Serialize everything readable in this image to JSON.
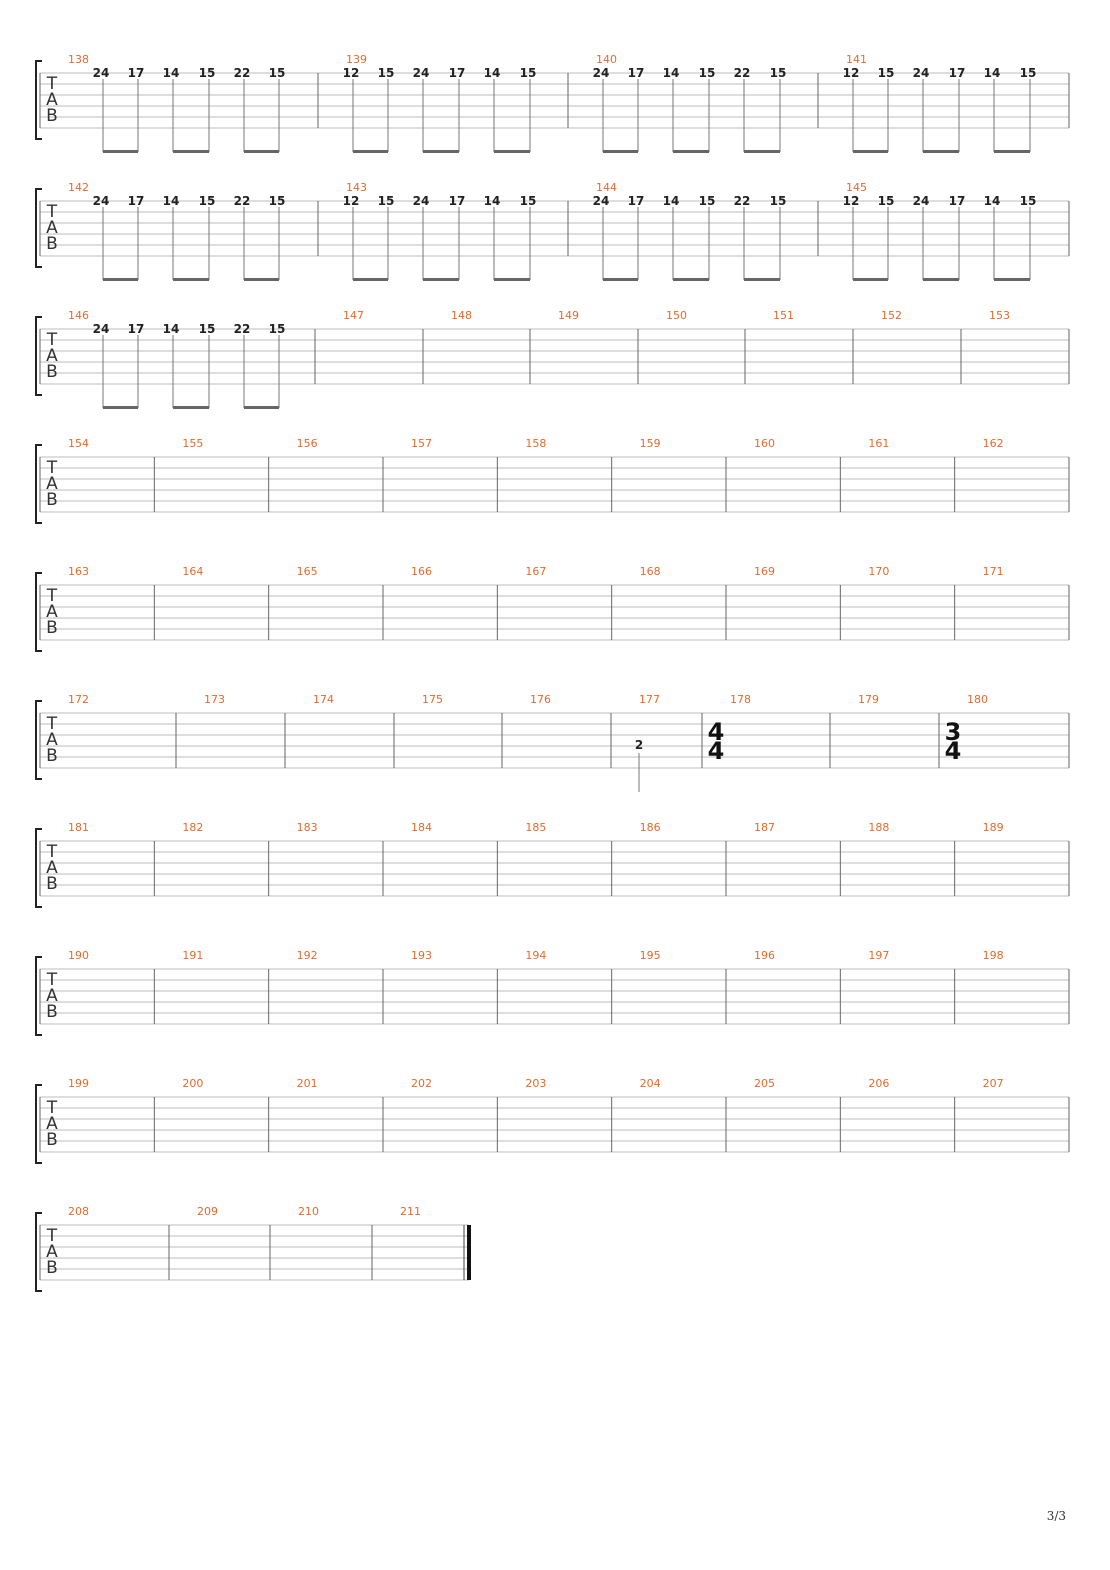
{
  "page": {
    "number": "3/3",
    "bar_number_color": "#e8692a",
    "fret_color": "#222222",
    "line_color": "#bdbdbd",
    "barline_color": "#666666",
    "beam_color": "#666666"
  },
  "tab_clef": [
    "T",
    "A",
    "B"
  ],
  "systems": [
    {
      "measures": [
        {
          "number": "138",
          "notes": [
            "24",
            "17",
            "14",
            "15",
            "22",
            "15"
          ]
        },
        {
          "number": "139",
          "notes": [
            "12",
            "15",
            "24",
            "17",
            "14",
            "15"
          ]
        },
        {
          "number": "140",
          "notes": [
            "24",
            "17",
            "14",
            "15",
            "22",
            "15"
          ]
        },
        {
          "number": "141",
          "notes": [
            "12",
            "15",
            "24",
            "17",
            "14",
            "15"
          ]
        }
      ]
    },
    {
      "measures": [
        {
          "number": "142",
          "notes": [
            "24",
            "17",
            "14",
            "15",
            "22",
            "15"
          ]
        },
        {
          "number": "143",
          "notes": [
            "12",
            "15",
            "24",
            "17",
            "14",
            "15"
          ]
        },
        {
          "number": "144",
          "notes": [
            "24",
            "17",
            "14",
            "15",
            "22",
            "15"
          ]
        },
        {
          "number": "145",
          "notes": [
            "12",
            "15",
            "24",
            "17",
            "14",
            "15"
          ]
        }
      ]
    },
    {
      "measures": [
        {
          "number": "146",
          "notes": [
            "24",
            "17",
            "14",
            "15",
            "22",
            "15"
          ]
        },
        {
          "number": "147",
          "notes": []
        },
        {
          "number": "148",
          "notes": []
        },
        {
          "number": "149",
          "notes": []
        },
        {
          "number": "150",
          "notes": []
        },
        {
          "number": "151",
          "notes": []
        },
        {
          "number": "152",
          "notes": []
        },
        {
          "number": "153",
          "notes": []
        }
      ]
    },
    {
      "measures": [
        {
          "number": "154",
          "notes": []
        },
        {
          "number": "155",
          "notes": []
        },
        {
          "number": "156",
          "notes": []
        },
        {
          "number": "157",
          "notes": []
        },
        {
          "number": "158",
          "notes": []
        },
        {
          "number": "159",
          "notes": []
        },
        {
          "number": "160",
          "notes": []
        },
        {
          "number": "161",
          "notes": []
        },
        {
          "number": "162",
          "notes": []
        }
      ]
    },
    {
      "measures": [
        {
          "number": "163",
          "notes": []
        },
        {
          "number": "164",
          "notes": []
        },
        {
          "number": "165",
          "notes": []
        },
        {
          "number": "166",
          "notes": []
        },
        {
          "number": "167",
          "notes": []
        },
        {
          "number": "168",
          "notes": []
        },
        {
          "number": "169",
          "notes": []
        },
        {
          "number": "170",
          "notes": []
        },
        {
          "number": "171",
          "notes": []
        }
      ]
    },
    {
      "measures": [
        {
          "number": "172",
          "notes": []
        },
        {
          "number": "173",
          "notes": []
        },
        {
          "number": "174",
          "notes": []
        },
        {
          "number": "175",
          "notes": []
        },
        {
          "number": "176",
          "notes": []
        },
        {
          "number": "177",
          "notes": [],
          "single_note": "2"
        },
        {
          "number": "178",
          "notes": [],
          "time_signature": [
            "4",
            "4"
          ]
        },
        {
          "number": "179",
          "notes": []
        },
        {
          "number": "180",
          "notes": [],
          "time_signature": [
            "3",
            "4"
          ]
        }
      ]
    },
    {
      "measures": [
        {
          "number": "181",
          "notes": []
        },
        {
          "number": "182",
          "notes": []
        },
        {
          "number": "183",
          "notes": []
        },
        {
          "number": "184",
          "notes": []
        },
        {
          "number": "185",
          "notes": []
        },
        {
          "number": "186",
          "notes": []
        },
        {
          "number": "187",
          "notes": []
        },
        {
          "number": "188",
          "notes": []
        },
        {
          "number": "189",
          "notes": []
        }
      ]
    },
    {
      "measures": [
        {
          "number": "190",
          "notes": []
        },
        {
          "number": "191",
          "notes": []
        },
        {
          "number": "192",
          "notes": []
        },
        {
          "number": "193",
          "notes": []
        },
        {
          "number": "194",
          "notes": []
        },
        {
          "number": "195",
          "notes": []
        },
        {
          "number": "196",
          "notes": []
        },
        {
          "number": "197",
          "notes": []
        },
        {
          "number": "198",
          "notes": []
        }
      ]
    },
    {
      "measures": [
        {
          "number": "199",
          "notes": []
        },
        {
          "number": "200",
          "notes": []
        },
        {
          "number": "201",
          "notes": []
        },
        {
          "number": "202",
          "notes": []
        },
        {
          "number": "203",
          "notes": []
        },
        {
          "number": "204",
          "notes": []
        },
        {
          "number": "205",
          "notes": []
        },
        {
          "number": "206",
          "notes": []
        },
        {
          "number": "207",
          "notes": []
        }
      ]
    },
    {
      "measures": [
        {
          "number": "208",
          "notes": []
        },
        {
          "number": "209",
          "notes": []
        },
        {
          "number": "210",
          "notes": []
        },
        {
          "number": "211",
          "notes": []
        }
      ],
      "final_barline": true
    }
  ]
}
